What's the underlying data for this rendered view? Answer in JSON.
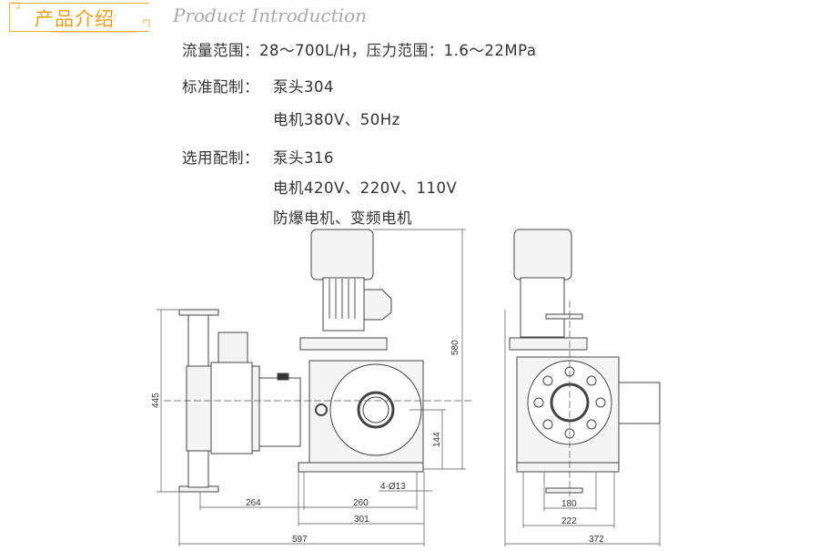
{
  "header": {
    "title": "产品介绍",
    "subtitle": "Product Introduction",
    "accent": "#f39c12"
  },
  "specs": {
    "line1": "流量范围：28～700L/H，压力范围：1.6～22MPa",
    "standard_label": "标准配制：",
    "standard_pump": "泵头304",
    "standard_motor": "电机380V、50Hz",
    "optional_label": "选用配制：",
    "optional_pump": "泵头316",
    "optional_motor": "电机420V、220V、110V",
    "optional_other": "防爆电机、变频电机"
  },
  "drawing": {
    "side_view_dims": {
      "height_total": "445",
      "height_motor": "580",
      "shaft_height": "144",
      "d264": "264",
      "d260": "260",
      "d301": "301",
      "d597": "597",
      "holes": "4-Ø13"
    },
    "front_view_dims": {
      "d180": "180",
      "d222": "222",
      "d372": "372"
    }
  }
}
